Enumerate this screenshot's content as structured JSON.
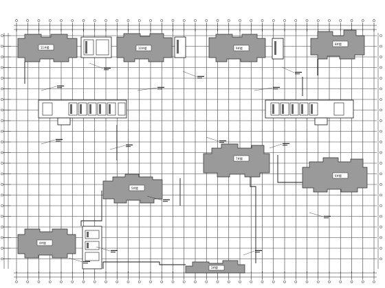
{
  "drawing": {
    "buildings": [
      {
        "id": "b1",
        "label": "11#楼"
      },
      {
        "id": "b2",
        "label": "10#楼"
      },
      {
        "id": "b3",
        "label": "9#楼"
      },
      {
        "id": "b4",
        "label": "8#楼"
      },
      {
        "id": "b5",
        "label": "7#楼"
      },
      {
        "id": "b6",
        "label": "6#楼"
      },
      {
        "id": "b7",
        "label": "5#楼"
      },
      {
        "id": "b8",
        "label": "4#楼"
      },
      {
        "id": "b9",
        "label": "3#楼"
      }
    ],
    "colors": {
      "background": "#ffffff",
      "line": "#1a1a1a",
      "building_fill": "#9a9a9a"
    }
  }
}
